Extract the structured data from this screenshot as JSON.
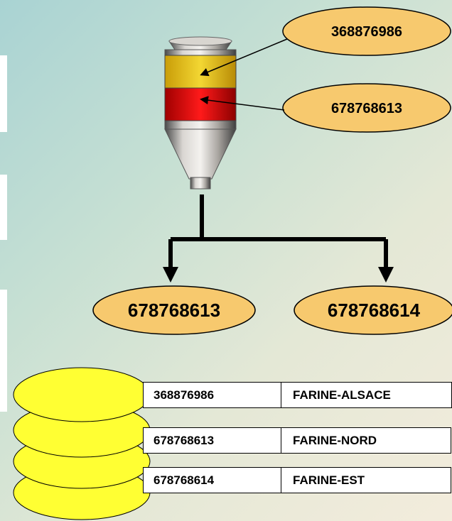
{
  "colors": {
    "oval_fill": "#f7c96e",
    "disk_fill": "#ffff33",
    "silo_top_band": "#e8c419",
    "silo_bottom_band": "#e20a0a",
    "line": "#000000"
  },
  "silo": {
    "upper_label": "368876986",
    "lower_label": "678768613"
  },
  "outputs": {
    "left_label": "678768613",
    "right_label": "678768614"
  },
  "database": {
    "icon": "database-stack-icon",
    "rows": [
      {
        "code": "368876986",
        "name": "FARINE-ALSACE"
      },
      {
        "code": "678768613",
        "name": "FARINE-NORD"
      },
      {
        "code": "678768614",
        "name": "FARINE-EST"
      }
    ]
  }
}
